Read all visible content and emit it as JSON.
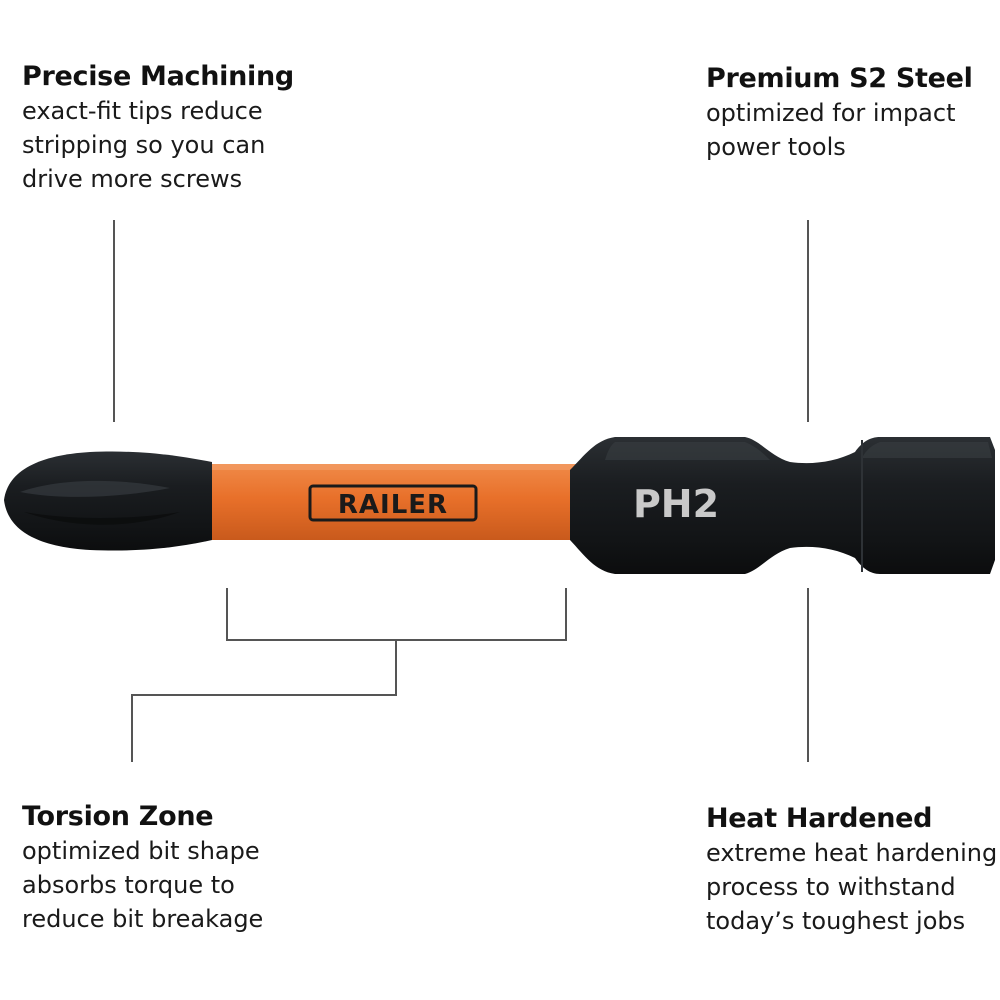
{
  "callouts": {
    "top_left": {
      "title": "Precise Machining",
      "description": "exact-fit tips reduce\nstripping so you can\ndrive more screws"
    },
    "top_right": {
      "title": "Premium S2 Steel",
      "description": "optimized for impact\npower tools"
    },
    "bottom_left": {
      "title": "Torsion Zone",
      "description": "optimized bit shape\nabsorbs torque to\nreduce bit breakage"
    },
    "bottom_right": {
      "title": "Heat Hardened",
      "description": "extreme heat hardening\nprocess to withstand\ntoday’s toughest jobs"
    }
  },
  "product": {
    "brand": "RAILER",
    "tip_size": "PH2",
    "colors": {
      "sleeve": "#e8702a",
      "steel": "#1a1d20",
      "steel_highlight": "#3a3f44",
      "leader_line": "#555555",
      "marking": "#c9c9c9"
    }
  }
}
